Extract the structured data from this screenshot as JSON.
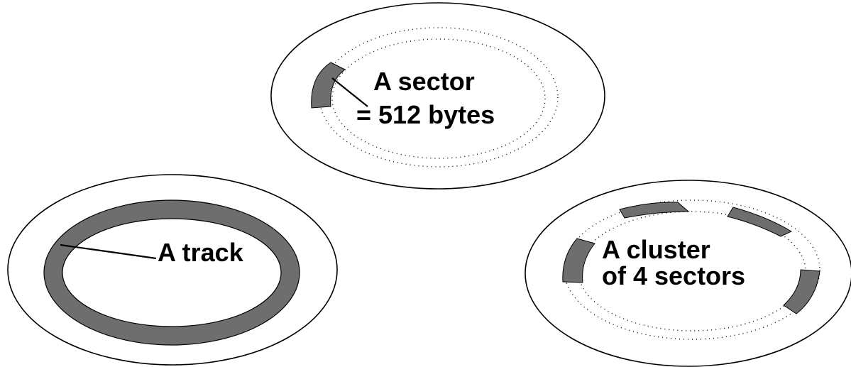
{
  "colors": {
    "background": "#ffffff",
    "outline": "#000000",
    "highlight": "#6e6e6e"
  },
  "disks": {
    "sector": {
      "label_line1": "A sector",
      "label_line2": "= 512 bytes"
    },
    "track": {
      "label": "A track"
    },
    "cluster": {
      "label_line1": "A cluster",
      "label_line2": "of 4 sectors",
      "sector_count": 4
    }
  }
}
